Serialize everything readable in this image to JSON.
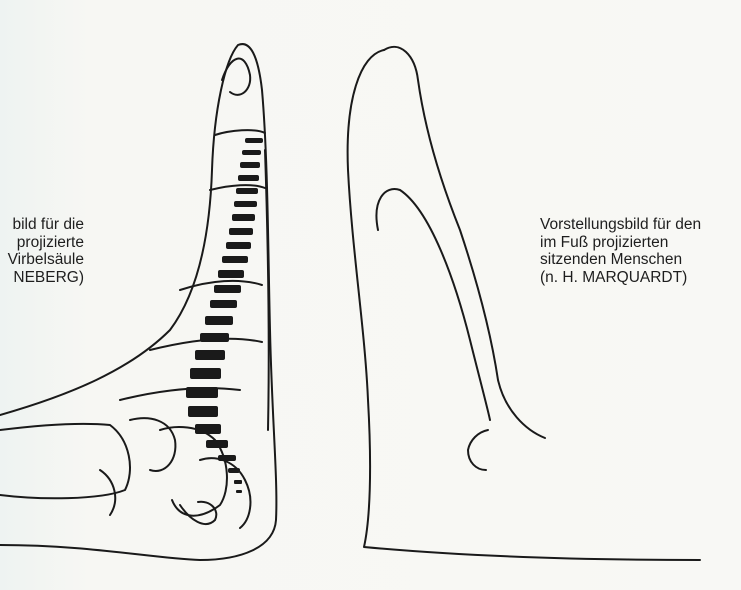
{
  "figure_left": {
    "caption_lines": [
      "bild für die",
      "projizierte",
      "Virbelsäule",
      "NEBERG)"
    ]
  },
  "figure_right": {
    "caption_lines": [
      "Vorstellungsbild für den",
      "im Fuß projizierten",
      "sitzenden Menschen",
      "(n. H. MARQUARDT)"
    ]
  }
}
